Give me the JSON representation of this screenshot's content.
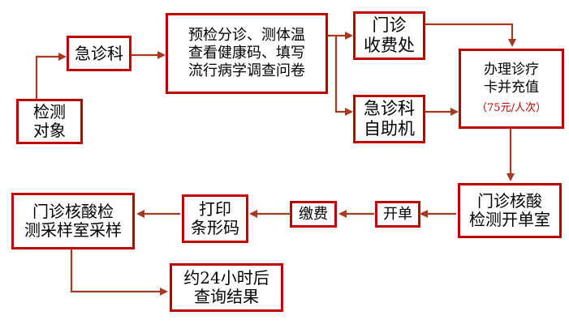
{
  "colors": {
    "border": "#c00000",
    "arrow": "#a6391f",
    "text": "#000000",
    "note": "#c00000"
  },
  "nodes": {
    "subjects": {
      "lines": [
        "检测",
        "对象"
      ]
    },
    "emergency_dept": {
      "lines": [
        "急诊科"
      ]
    },
    "triage": {
      "lines": [
        "预检分诊、测体温",
        "查看健康码、填写",
        "流行病学调查问卷"
      ]
    },
    "outpatient_cashier": {
      "lines": [
        "门诊",
        "收费处"
      ]
    },
    "emergency_kiosk": {
      "lines": [
        "急诊科",
        "自助机"
      ]
    },
    "card_topup": {
      "lines": [
        "办理诊疗",
        "卡并充值"
      ],
      "note": "（75元/人次）"
    },
    "order_room": {
      "lines": [
        "门诊核酸",
        "检测开单室"
      ]
    },
    "order": {
      "lines": [
        "开单"
      ]
    },
    "payment": {
      "lines": [
        "缴费"
      ]
    },
    "print_barcode": {
      "lines": [
        "打印",
        "条形码"
      ]
    },
    "sampling_room": {
      "lines": [
        "门诊核酸检",
        "测采样室采样"
      ]
    },
    "result": {
      "lines": [
        "约24小时后",
        "查询结果"
      ]
    }
  }
}
